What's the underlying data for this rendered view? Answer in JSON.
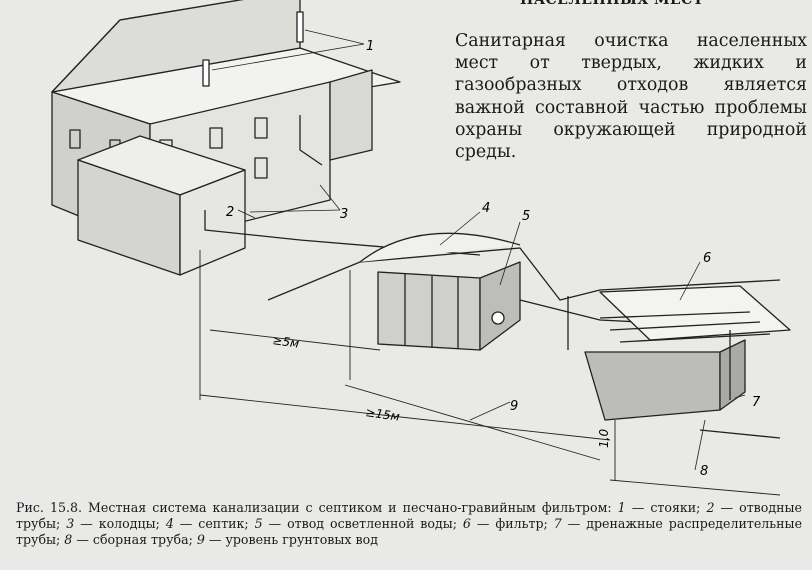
{
  "header": {
    "section_title": "НАСЕЛЕННЫХ МЕСТ"
  },
  "intro_text": "Санитарная очистка населенных мест от твердых, жидких и газообразных отходов является важной составной частью проблемы охраны окружающей природной среды.",
  "figure": {
    "labels": {
      "l1": "1",
      "l2": "2",
      "l3": "3",
      "l4": "4",
      "l5": "5",
      "l6": "6",
      "l7": "7",
      "l8": "8",
      "l9": "9"
    },
    "dimensions": {
      "d5m": "≥5м",
      "d15m": "≥15м",
      "d1": "1,0"
    }
  },
  "caption": {
    "title": "Рис. 15.8. Местная система канализации с септиком и песчано-гравийным фильтром:",
    "legend": [
      {
        "num": "1",
        "text": " — стояки; "
      },
      {
        "num": "2",
        "text": " — отводные трубы; "
      },
      {
        "num": "3",
        "text": " — колодцы; "
      },
      {
        "num": "4",
        "text": " — септик; "
      },
      {
        "num": "5",
        "text": " — отвод осветленной воды; "
      },
      {
        "num": "6",
        "text": " — фильтр; "
      },
      {
        "num": "7",
        "text": " — дренажные распределительные трубы; "
      },
      {
        "num": "8",
        "text": " — сборная труба; "
      },
      {
        "num": "9",
        "text": " — уровень грунтовых вод"
      }
    ]
  }
}
